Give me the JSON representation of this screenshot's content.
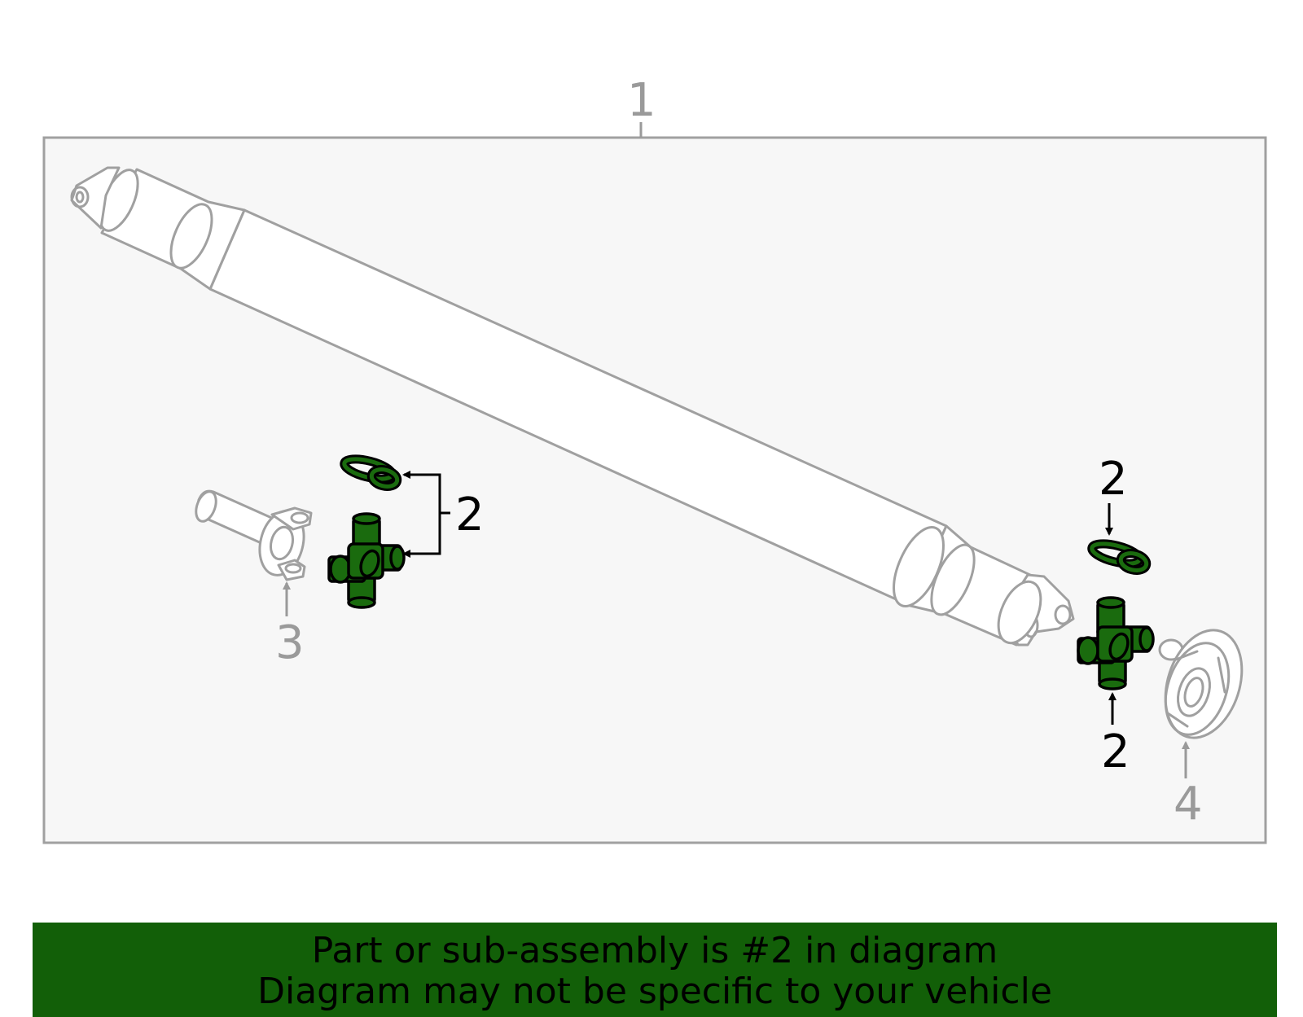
{
  "callouts": {
    "shaft_label": "1",
    "ujoint_label": "2",
    "yoke_label": "3",
    "flange_label": "4"
  },
  "banner": {
    "line1": "Part or sub-assembly is #2 in diagram",
    "line2": "Diagram may not be specific to your vehicle"
  },
  "colors": {
    "highlight": "#1a6b0e",
    "banner": "#125f08",
    "outline": "#a0a0a0",
    "panel": "#f7f7f7"
  }
}
